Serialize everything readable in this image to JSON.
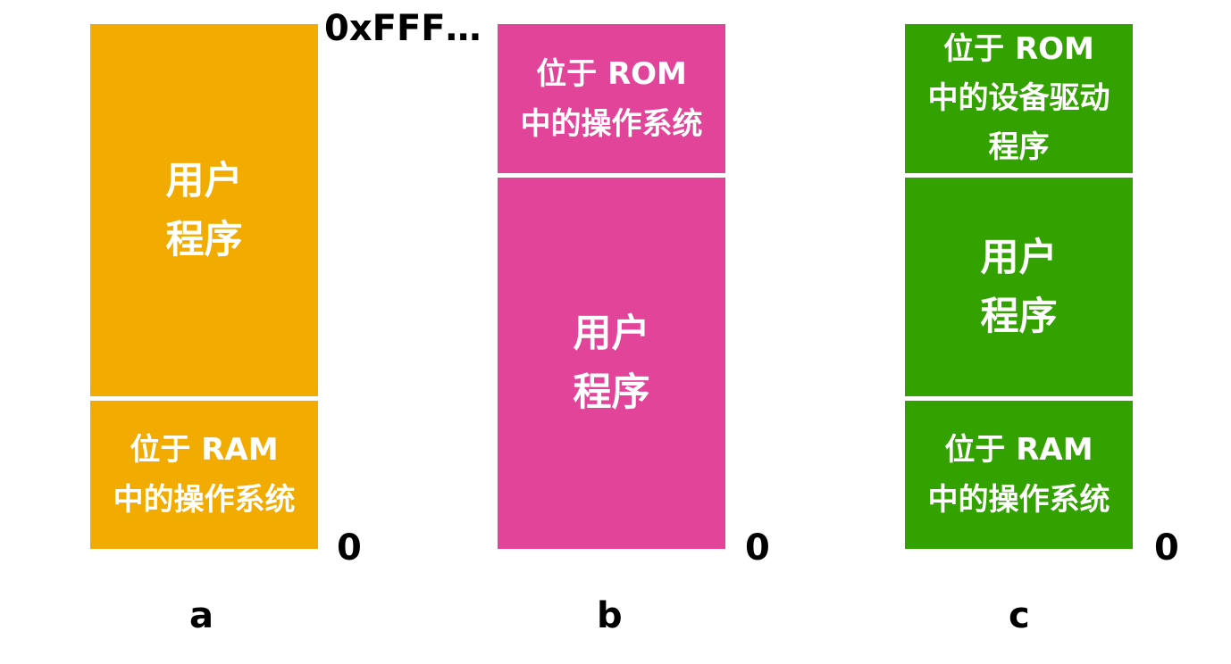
{
  "colors": {
    "a": "#f2ab00",
    "b": "#e2449a",
    "c": "#33a200",
    "gap": "#ffffff",
    "text_on_block": "#ffffff",
    "label": "#000000"
  },
  "top_address": "0xFFF…",
  "panels": [
    {
      "caption": "a",
      "bottom_address": "0",
      "blocks": [
        {
          "text": "用户\n程序"
        },
        {
          "text": "位于 RAM\n中的操作系统"
        }
      ]
    },
    {
      "caption": "b",
      "bottom_address": "0",
      "blocks": [
        {
          "text": "位于 ROM\n中的操作系统"
        },
        {
          "text": "用户\n程序"
        }
      ]
    },
    {
      "caption": "c",
      "bottom_address": "0",
      "blocks": [
        {
          "text": "位于 ROM\n中的设备驱动\n程序"
        },
        {
          "text": "用户\n程序"
        },
        {
          "text": "位于 RAM\n中的操作系统"
        }
      ]
    }
  ]
}
